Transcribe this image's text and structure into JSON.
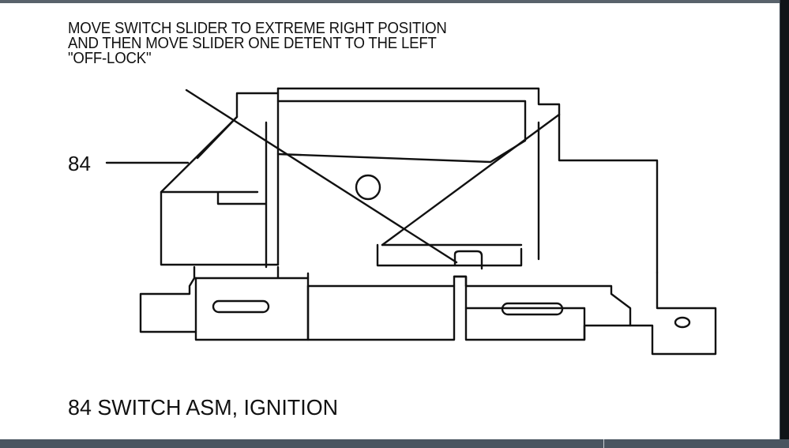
{
  "instruction": {
    "line1": "MOVE SWITCH SLIDER TO EXTREME RIGHT POSITION",
    "line2": "AND THEN MOVE SLIDER ONE DETENT TO THE LEFT",
    "line3": "\"OFF-LOCK\""
  },
  "callout": {
    "number": "84"
  },
  "caption": "84 SWITCH ASM, IGNITION",
  "colors": {
    "ink": "#111111",
    "paper": "#ffffff",
    "frame": "#4a5560"
  }
}
